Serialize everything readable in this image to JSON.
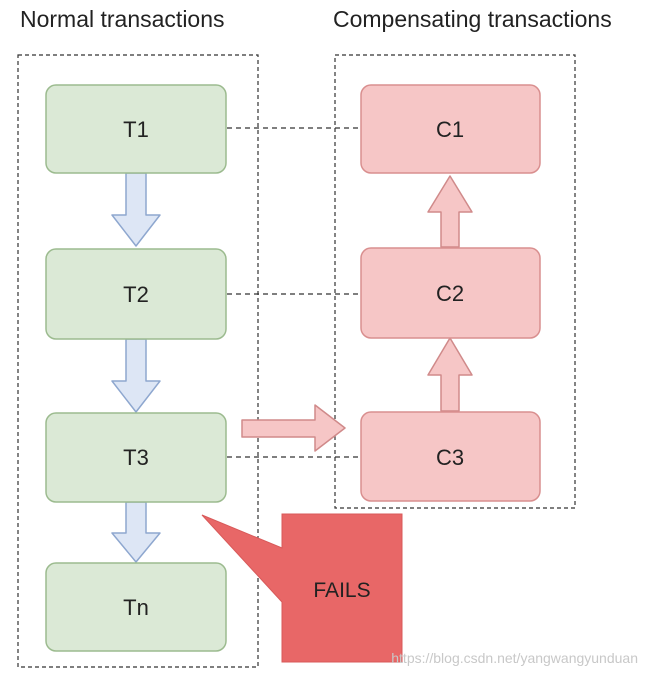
{
  "headings": {
    "normal": "Normal transactions",
    "compensating": "Compensating transactions"
  },
  "nodes": {
    "t1": "T1",
    "t2": "T2",
    "t3": "T3",
    "tn": "Tn",
    "c1": "C1",
    "c2": "C2",
    "c3": "C3"
  },
  "callout": {
    "label": "FAILS"
  },
  "watermark": "https://blog.csdn.net/yangwangyunduan",
  "colors": {
    "normal_fill": "#dbe9d6",
    "normal_stroke": "#9cbb8f",
    "comp_fill": "#f6c6c6",
    "comp_stroke": "#d98f8f",
    "down_arrow_fill": "#dde6f5",
    "down_arrow_stroke": "#8ea7cf",
    "up_arrow_fill": "#f6c6c6",
    "up_arrow_stroke": "#d08a8a",
    "fail_fill": "#e86767",
    "dashed": "#333333"
  }
}
